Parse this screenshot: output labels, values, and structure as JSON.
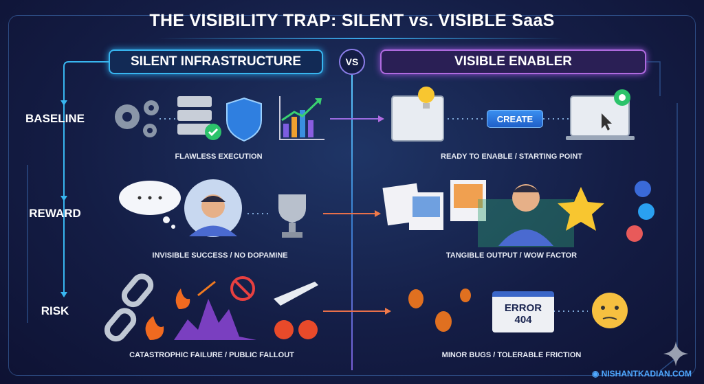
{
  "title": "THE VISIBILITY TRAP: SILENT vs. VISIBLE SaaS",
  "headers": {
    "left": "SILENT INFRASTRUCTURE",
    "vs": "VS",
    "right": "VISIBLE ENABLER"
  },
  "rows": [
    {
      "label": "BASELINE",
      "left_caption": "FLAWLESS EXECUTION",
      "right_caption": "READY TO ENABLE / STARTING POINT"
    },
    {
      "label": "REWARD",
      "left_caption": "INVISIBLE SUCCESS / NO DOPAMINE",
      "right_caption": "TANGIBLE OUTPUT / WOW FACTOR"
    },
    {
      "label": "RISK",
      "left_caption": "CATASTROPHIC FAILURE / PUBLIC FALLOUT",
      "right_caption": "MINOR BUGS / TOLERABLE FRICTION"
    }
  ],
  "create_button": "CREATE",
  "error": {
    "line1": "ERROR",
    "line2": "404"
  },
  "credit": "NISHANTKADIAN.COM",
  "colors": {
    "left_accent": "#38b6f0",
    "right_accent": "#b06be0",
    "background": "#141d45"
  }
}
